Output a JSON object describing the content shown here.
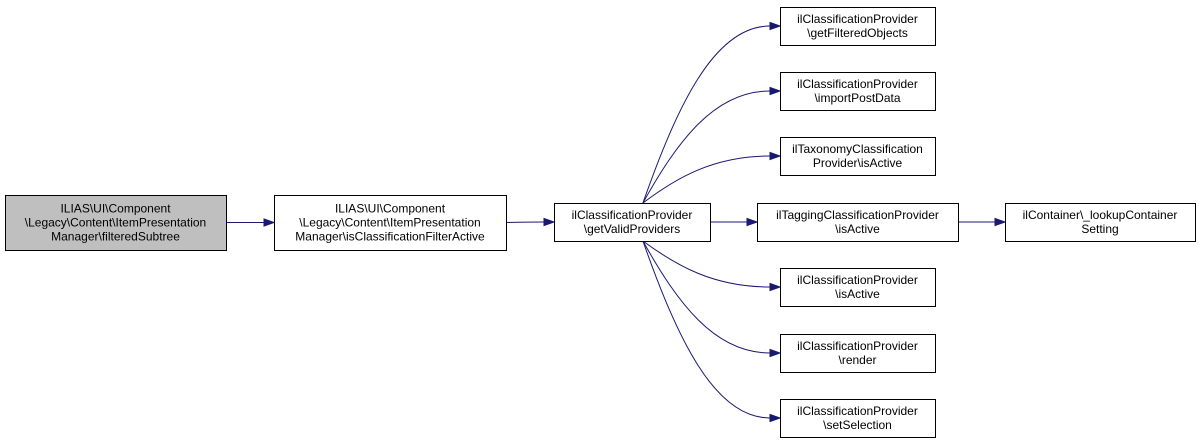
{
  "colors": {
    "node_fill": "#ffffff",
    "root_fill": "#bfbfbf",
    "node_border": "#000000",
    "edge": "#191970"
  },
  "nodes": [
    {
      "id": "n0",
      "lines": [
        "ILIAS\\UI\\Component",
        "\\Legacy\\Content\\ItemPresentation",
        "Manager\\filteredSubtree"
      ]
    },
    {
      "id": "n1",
      "lines": [
        "ILIAS\\UI\\Component",
        "\\Legacy\\Content\\ItemPresentation",
        "Manager\\isClassificationFilterActive"
      ]
    },
    {
      "id": "n2",
      "lines": [
        "ilClassificationProvider",
        "\\getValidProviders"
      ]
    },
    {
      "id": "n3",
      "lines": [
        "ilClassificationProvider",
        "\\getFilteredObjects"
      ]
    },
    {
      "id": "n4",
      "lines": [
        "ilClassificationProvider",
        "\\importPostData"
      ]
    },
    {
      "id": "n5",
      "lines": [
        "ilTaxonomyClassification",
        "Provider\\isActive"
      ]
    },
    {
      "id": "n6",
      "lines": [
        "ilTaggingClassificationProvider",
        "\\isActive"
      ]
    },
    {
      "id": "n7",
      "lines": [
        "ilContainer\\_lookupContainer",
        "Setting"
      ]
    },
    {
      "id": "n8",
      "lines": [
        "ilClassificationProvider",
        "\\isActive"
      ]
    },
    {
      "id": "n9",
      "lines": [
        "ilClassificationProvider",
        "\\render"
      ]
    },
    {
      "id": "n10",
      "lines": [
        "ilClassificationProvider",
        "\\setSelection"
      ]
    }
  ],
  "edges": [
    {
      "from": "n0",
      "to": "n1"
    },
    {
      "from": "n1",
      "to": "n2"
    },
    {
      "from": "n2",
      "to": "n3"
    },
    {
      "from": "n2",
      "to": "n4"
    },
    {
      "from": "n2",
      "to": "n5"
    },
    {
      "from": "n2",
      "to": "n6"
    },
    {
      "from": "n6",
      "to": "n7"
    },
    {
      "from": "n2",
      "to": "n8"
    },
    {
      "from": "n2",
      "to": "n9"
    },
    {
      "from": "n2",
      "to": "n10"
    }
  ]
}
